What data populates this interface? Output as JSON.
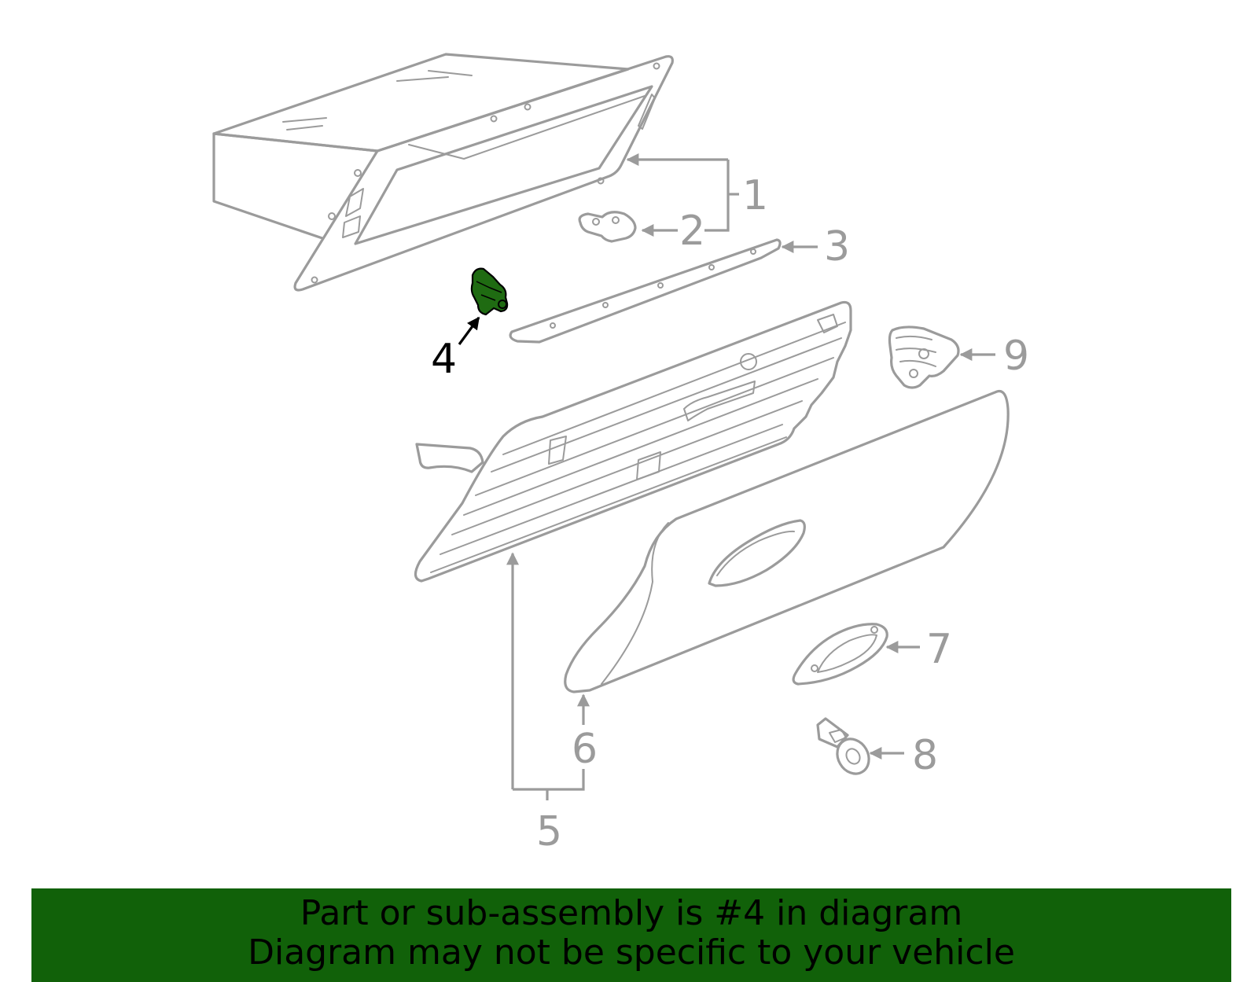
{
  "diagram": {
    "callouts": [
      "1",
      "2",
      "3",
      "4",
      "5",
      "6",
      "7",
      "8",
      "9"
    ],
    "highlighted_part": "4",
    "colors": {
      "line": "#9b9b9b",
      "highlight": "#1f6b12",
      "banner": "#116109",
      "text": "#000000"
    }
  },
  "banner": {
    "line1": "Part or sub-assembly is #4 in diagram",
    "line2": "Diagram may not be specific to your vehicle"
  }
}
